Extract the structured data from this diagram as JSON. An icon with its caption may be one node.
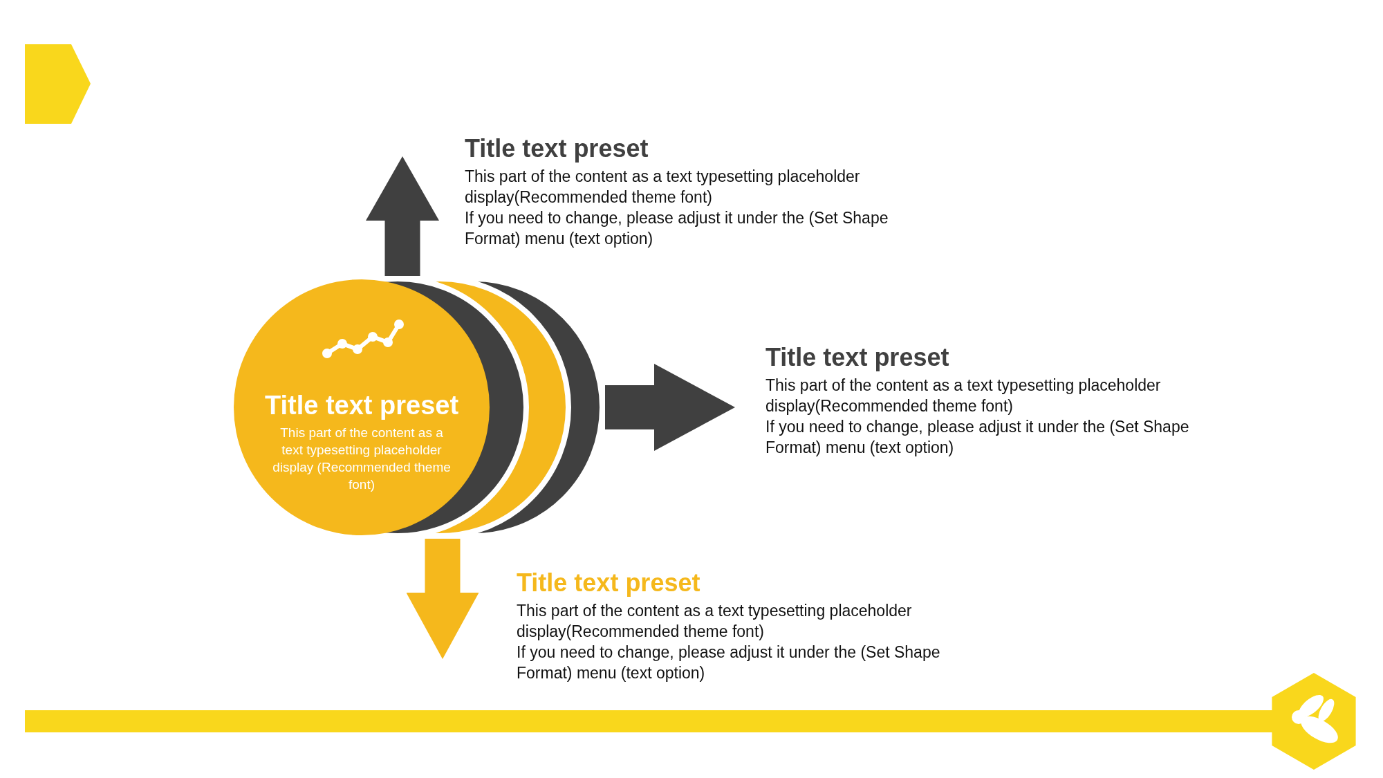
{
  "diagram": {
    "nodes": [
      {
        "text": [
          "Title text preset",
          "This part of the content as a text typesetting placeholder display (Recommended theme font)"
        ]
      },
      {
        "text": [
          "Title text preset",
          "This part of the content as a text typesetting placeholder display(Recommended theme font)",
          "If you need to change, please adjust it under the (Set Shape Format) menu (text option)"
        ]
      },
      {
        "text": [
          "Title text preset",
          "This part of the content as a text typesetting placeholder display(Recommended theme font)",
          "If you need to change, please adjust it under the (Set Shape Format) menu (text option)"
        ]
      },
      {
        "text": [
          "Title text preset",
          "This part of the content as a text typesetting placeholder display(Recommended theme font)",
          "If you need to change, please adjust it under the (Set Shape Format) menu (text option)"
        ]
      }
    ],
    "edges": [
      {
        "from": 0,
        "to": 1,
        "arrow": "to"
      },
      {
        "from": 0,
        "to": 2,
        "arrow": "to"
      },
      {
        "from": 0,
        "to": 3,
        "arrow": "to",
        "color": "#f5b81c"
      }
    ]
  }
}
